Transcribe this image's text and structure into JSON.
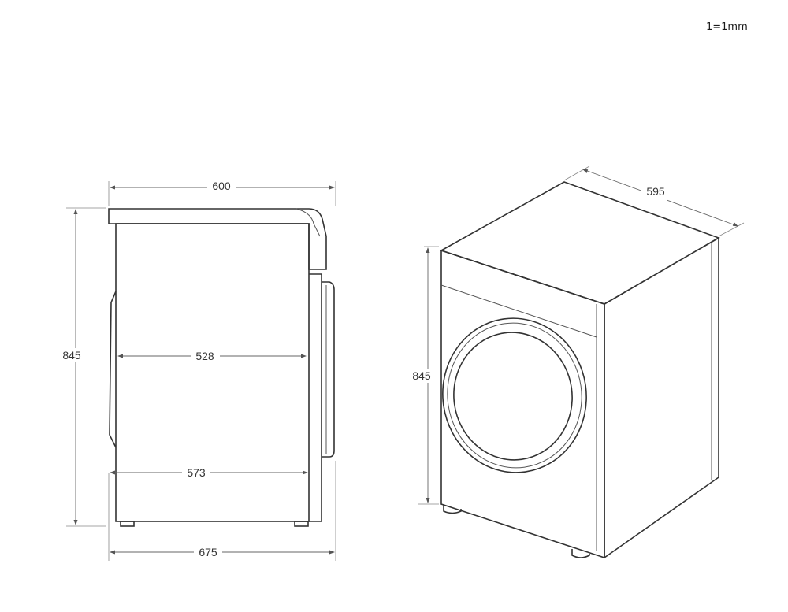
{
  "scale_note": "1=1mm",
  "side_view": {
    "top_width": "600",
    "height": "845",
    "inner_depth": "528",
    "body_depth": "573",
    "total_depth": "675"
  },
  "perspective_view": {
    "width": "595",
    "height": "845"
  }
}
